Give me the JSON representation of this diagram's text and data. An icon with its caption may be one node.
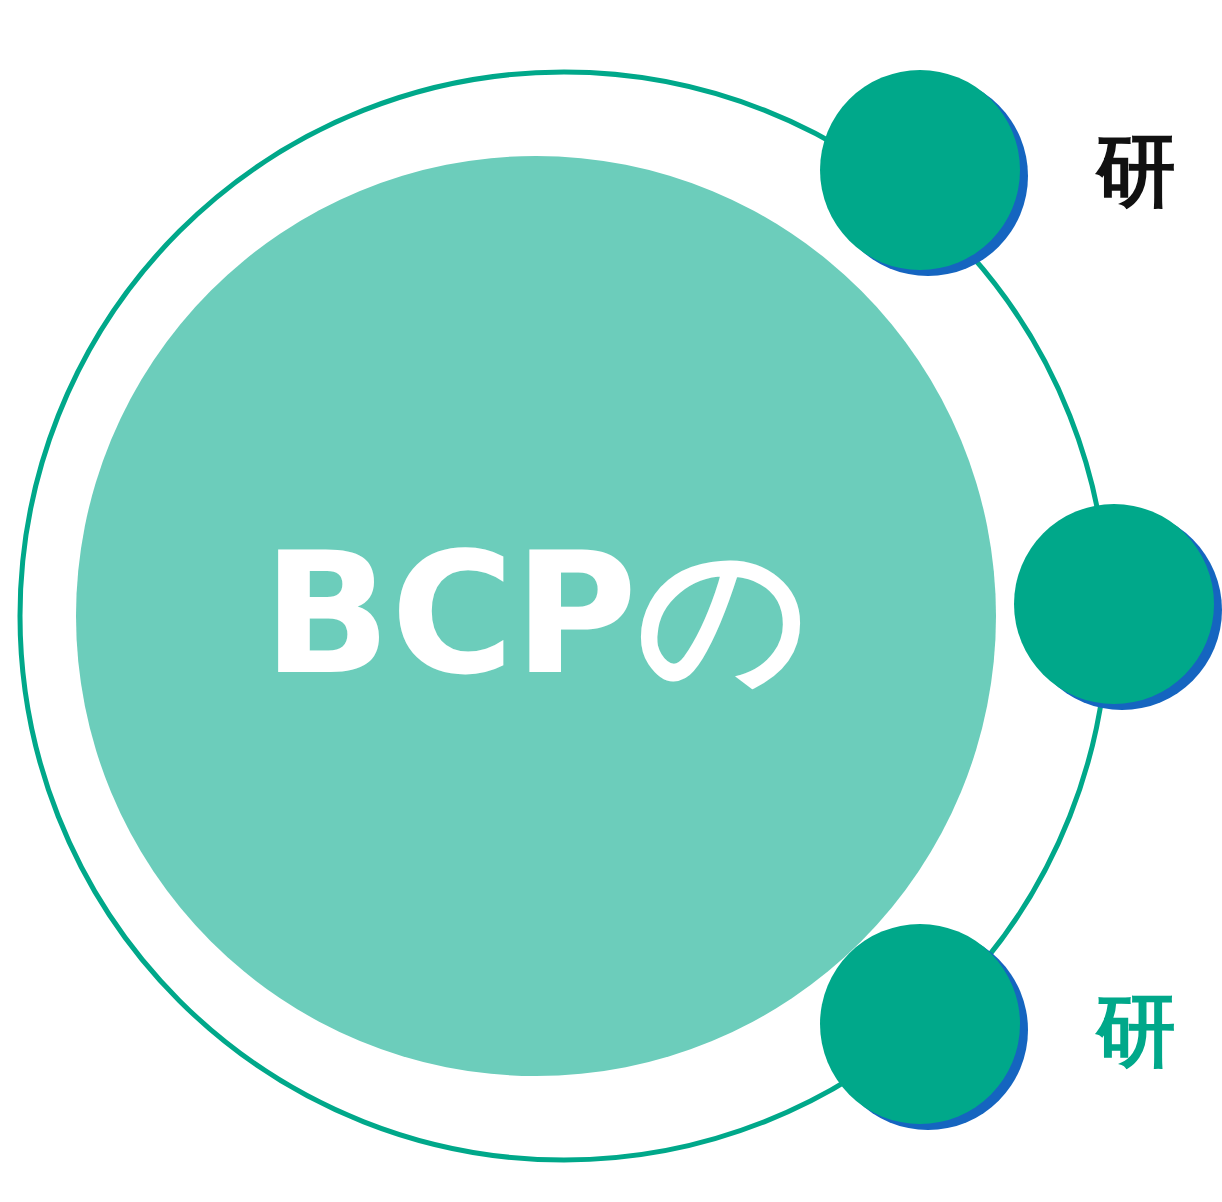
{
  "diagram": {
    "nodes": [
      {
        "text": [
          "BCPの"
        ]
      },
      {
        "text": [],
        "shape": "circle",
        "beside": [
          "研"
        ]
      },
      {
        "text": [],
        "shape": "circle"
      },
      {
        "text": [],
        "shape": "circle",
        "beside": [
          "研"
        ]
      }
    ]
  }
}
